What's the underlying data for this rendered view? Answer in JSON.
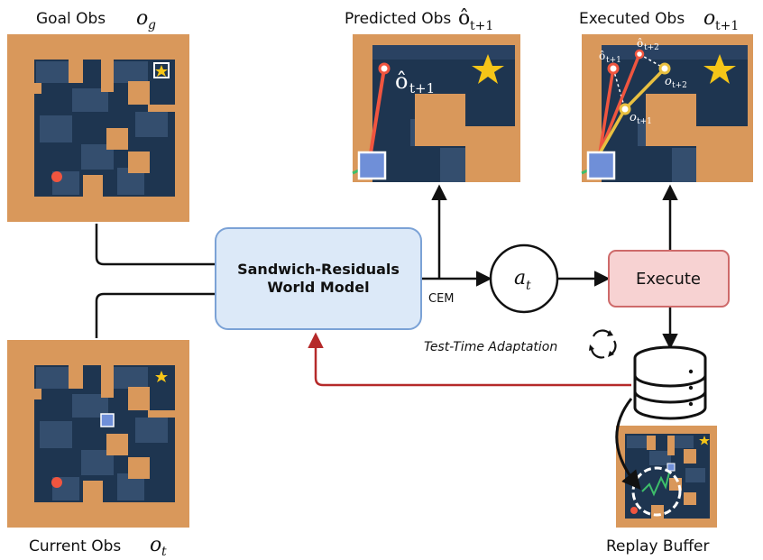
{
  "labels": {
    "goal_obs_text": "Goal Obs",
    "goal_obs_sym": "o",
    "goal_obs_sub": "g",
    "current_obs_text": "Current Obs",
    "current_obs_sym": "o",
    "current_obs_sub": "t",
    "predicted_obs_text": "Predicted Obs",
    "predicted_obs_sym": "ô",
    "predicted_obs_sub": "t+1",
    "executed_obs_text": "Executed Obs",
    "executed_obs_sym": "o",
    "executed_obs_sub": "t+1",
    "replay_buffer": "Replay Buffer"
  },
  "world_model": {
    "line1": "Sandwich-Residuals",
    "line2": "World Model"
  },
  "cem_label": "CEM",
  "action_node": {
    "sym": "a",
    "sub": "t"
  },
  "execute_box": "Execute",
  "tta_label": "Test-Time Adaptation",
  "panel_annotations": {
    "pred_sym": "ô",
    "pred_sub": "t+1",
    "exec_hat_sym": "ô",
    "exec_hat1_sub": "t+1",
    "exec_hat2_sub": "t+2",
    "exec_o_sym": "o",
    "exec_o2_sub": "t+2",
    "exec_o1_sub": "t+1"
  },
  "colors": {
    "maze_orange": "#D9985B",
    "maze_dark": "#1E3550",
    "maze_mid": "#344E6E",
    "world_model_fill": "#DCE9F8",
    "world_model_stroke": "#7BA2D6",
    "execute_fill": "#F7D2D2",
    "execute_stroke": "#CE6A6A",
    "feedback_arrow": "#B52A2A",
    "agent_red": "#F0553F",
    "goal_star": "#F5C518",
    "agent_square": "#6F8FD8"
  }
}
